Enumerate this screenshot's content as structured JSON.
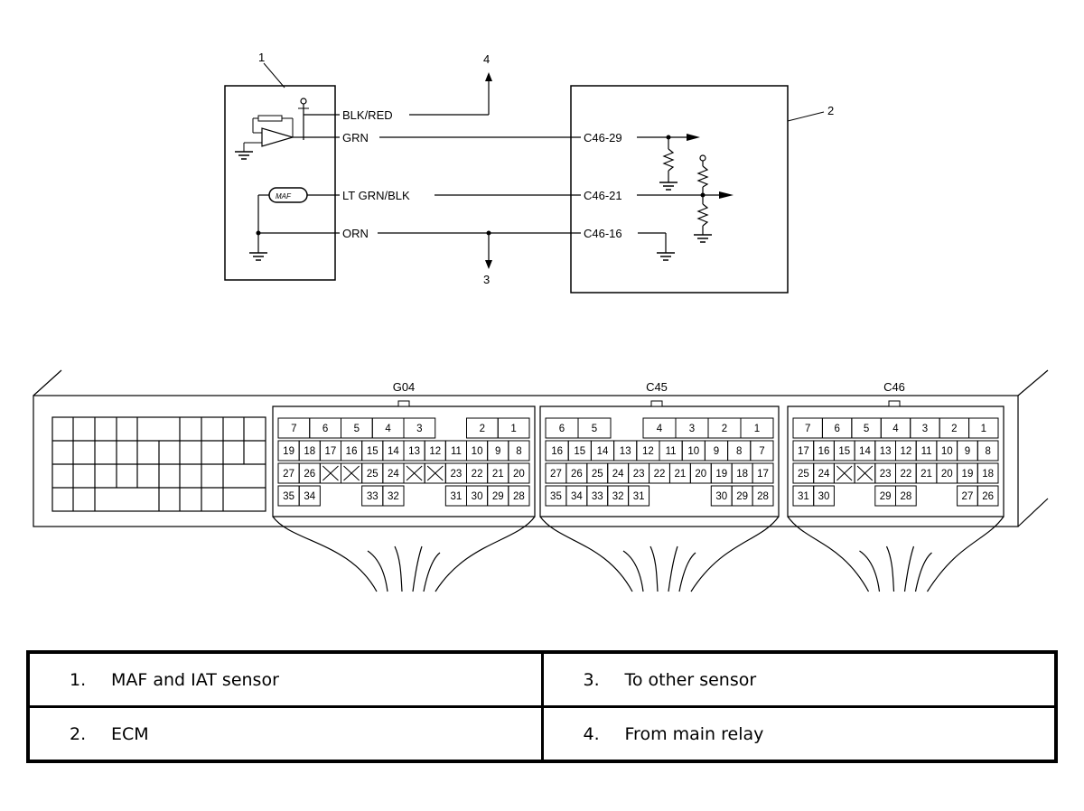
{
  "wiring": {
    "callouts": [
      "1",
      "2",
      "3",
      "4"
    ],
    "wires": [
      "BLK/RED",
      "GRN",
      "LT GRN/BLK",
      "ORN"
    ],
    "pins": [
      "C46-29",
      "C46-21",
      "C46-16"
    ],
    "sensor_symbol": "MAF"
  },
  "connectors": [
    {
      "name": "G04",
      "rows": [
        [
          "7",
          "6",
          "5",
          "4",
          "3",
          "",
          "2",
          "1"
        ],
        [
          "19",
          "18",
          "17",
          "16",
          "15",
          "14",
          "13",
          "12",
          "11",
          "10",
          "9",
          "8"
        ],
        [
          "27",
          "26",
          "X",
          "X",
          "25",
          "24",
          "X",
          "X",
          "23",
          "22",
          "21",
          "20"
        ],
        [
          "35",
          "34",
          "",
          "",
          "33",
          "32",
          "",
          "",
          "31",
          "30",
          "29",
          "28"
        ]
      ]
    },
    {
      "name": "C45",
      "rows": [
        [
          "6",
          "5",
          "",
          "4",
          "3",
          "2",
          "1"
        ],
        [
          "16",
          "15",
          "14",
          "13",
          "12",
          "11",
          "10",
          "9",
          "8",
          "7"
        ],
        [
          "27",
          "26",
          "25",
          "24",
          "23",
          "22",
          "21",
          "20",
          "19",
          "18",
          "17"
        ],
        [
          "35",
          "34",
          "33",
          "32",
          "31",
          "",
          "",
          "",
          "30",
          "29",
          "28"
        ]
      ]
    },
    {
      "name": "C46",
      "rows": [
        [
          "7",
          "6",
          "5",
          "4",
          "3",
          "2",
          "1"
        ],
        [
          "17",
          "16",
          "15",
          "14",
          "13",
          "12",
          "11",
          "10",
          "9",
          "8"
        ],
        [
          "25",
          "24",
          "X",
          "X",
          "23",
          "22",
          "21",
          "20",
          "19",
          "18"
        ],
        [
          "31",
          "30",
          "",
          "",
          "29",
          "28",
          "",
          "",
          "27",
          "26"
        ]
      ]
    }
  ],
  "legend": {
    "rows": [
      [
        {
          "num": "1.",
          "text": "MAF and IAT sensor"
        },
        {
          "num": "3.",
          "text": "To other sensor"
        }
      ],
      [
        {
          "num": "2.",
          "text": "ECM"
        },
        {
          "num": "4.",
          "text": "From main relay"
        }
      ]
    ]
  }
}
